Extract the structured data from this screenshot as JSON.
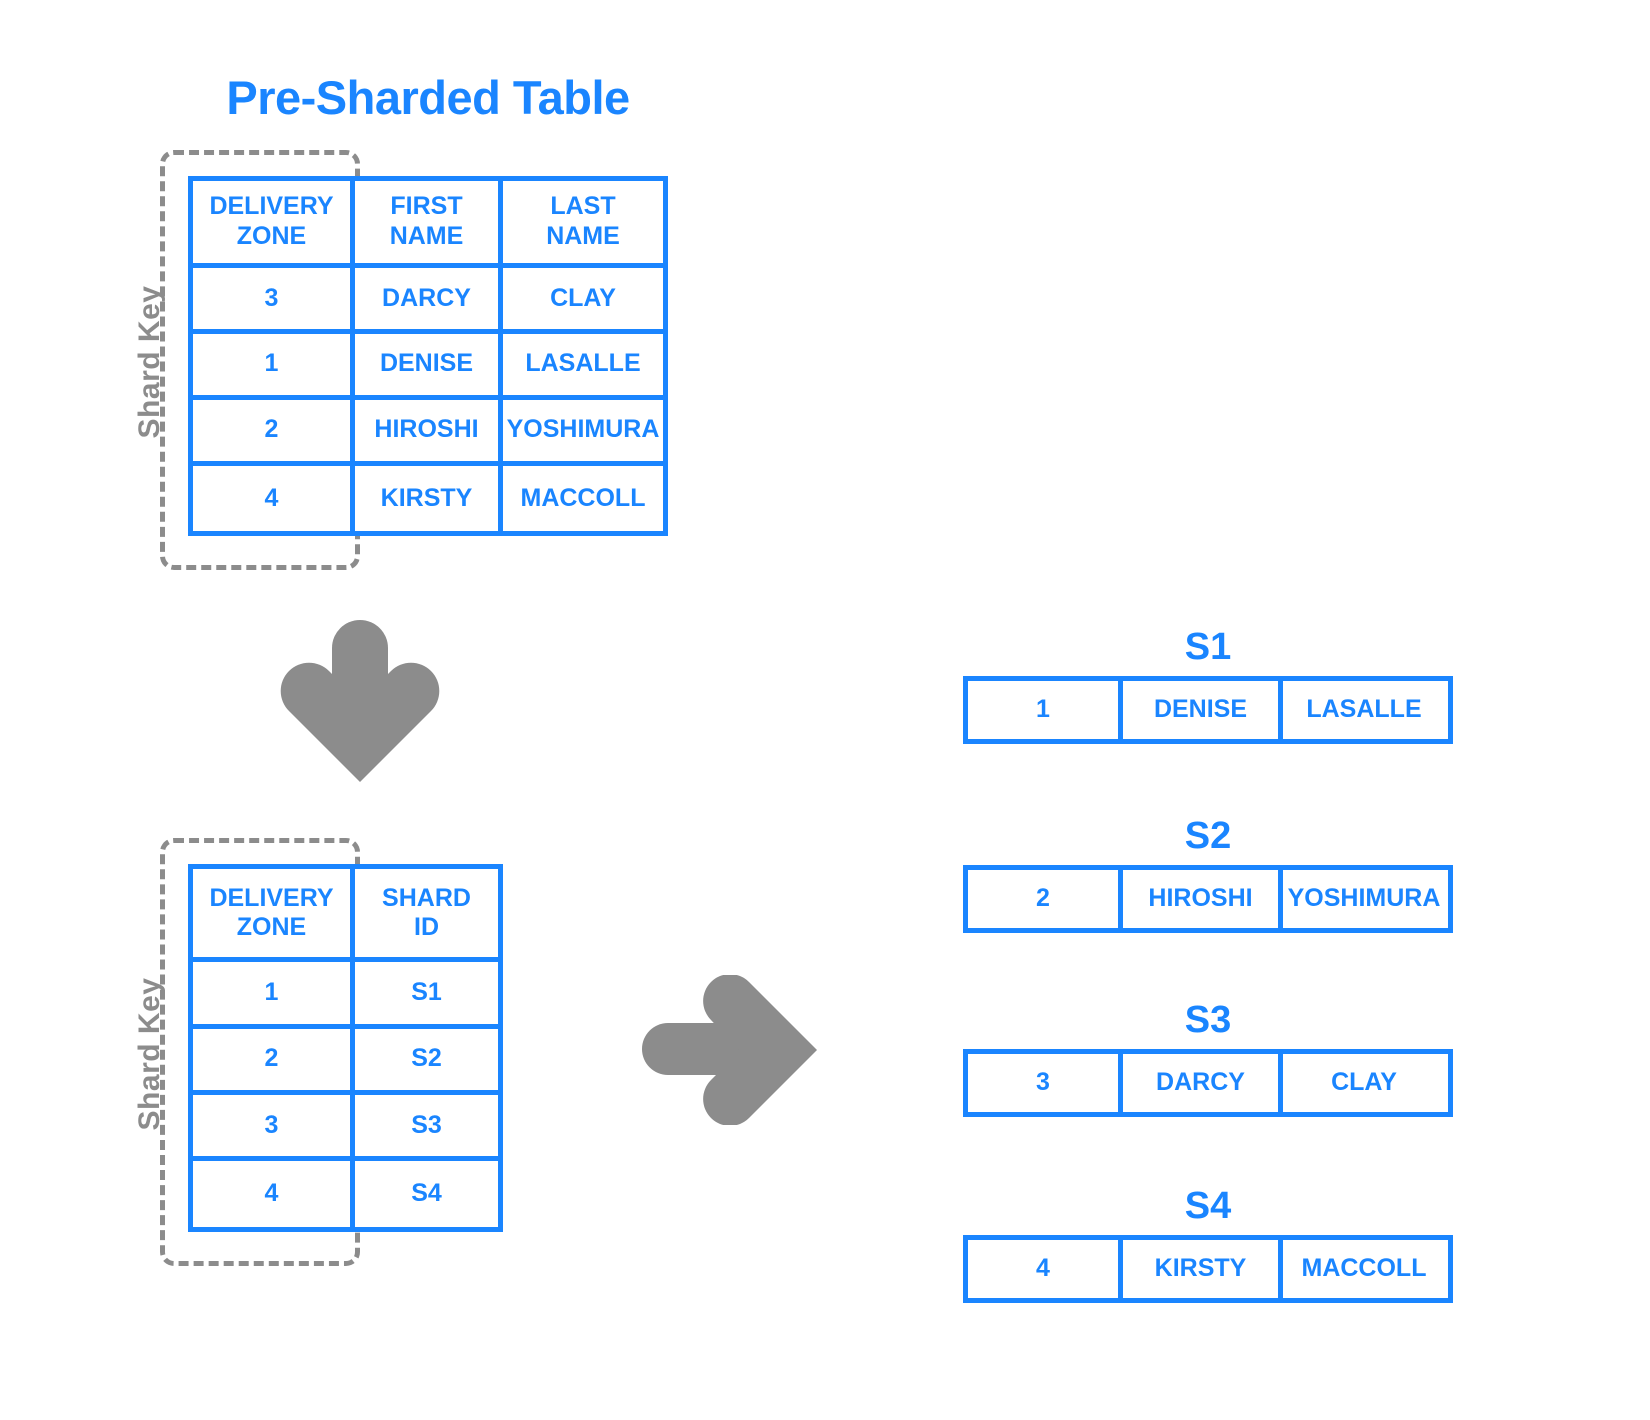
{
  "colors": {
    "accent_blue": "#1a85ff",
    "gray": "#8c8c8c",
    "background": "#ffffff"
  },
  "title": "Pre-Sharded Table",
  "shard_key_label": "Shard Key",
  "presharded_table": {
    "headers": [
      "DELIVERY\nZONE",
      "FIRST\nNAME",
      "LAST\nNAME"
    ],
    "rows": [
      [
        "3",
        "DARCY",
        "CLAY"
      ],
      [
        "1",
        "DENISE",
        "LASALLE"
      ],
      [
        "2",
        "HIROSHI",
        "YOSHIMURA"
      ],
      [
        "4",
        "KIRSTY",
        "MACCOLL"
      ]
    ]
  },
  "shard_map_table": {
    "headers": [
      "DELIVERY\nZONE",
      "SHARD\nID"
    ],
    "rows": [
      [
        "1",
        "S1"
      ],
      [
        "2",
        "S2"
      ],
      [
        "3",
        "S3"
      ],
      [
        "4",
        "S4"
      ]
    ]
  },
  "shards": [
    {
      "title": "S1",
      "cells": [
        "1",
        "DENISE",
        "LASALLE"
      ]
    },
    {
      "title": "S2",
      "cells": [
        "2",
        "HIROSHI",
        "YOSHIMURA"
      ]
    },
    {
      "title": "S3",
      "cells": [
        "3",
        "DARCY",
        "CLAY"
      ]
    },
    {
      "title": "S4",
      "cells": [
        "4",
        "KIRSTY",
        "MACCOLL"
      ]
    }
  ],
  "arrows": {
    "down": "arrow-down-icon",
    "right": "arrow-right-icon"
  }
}
